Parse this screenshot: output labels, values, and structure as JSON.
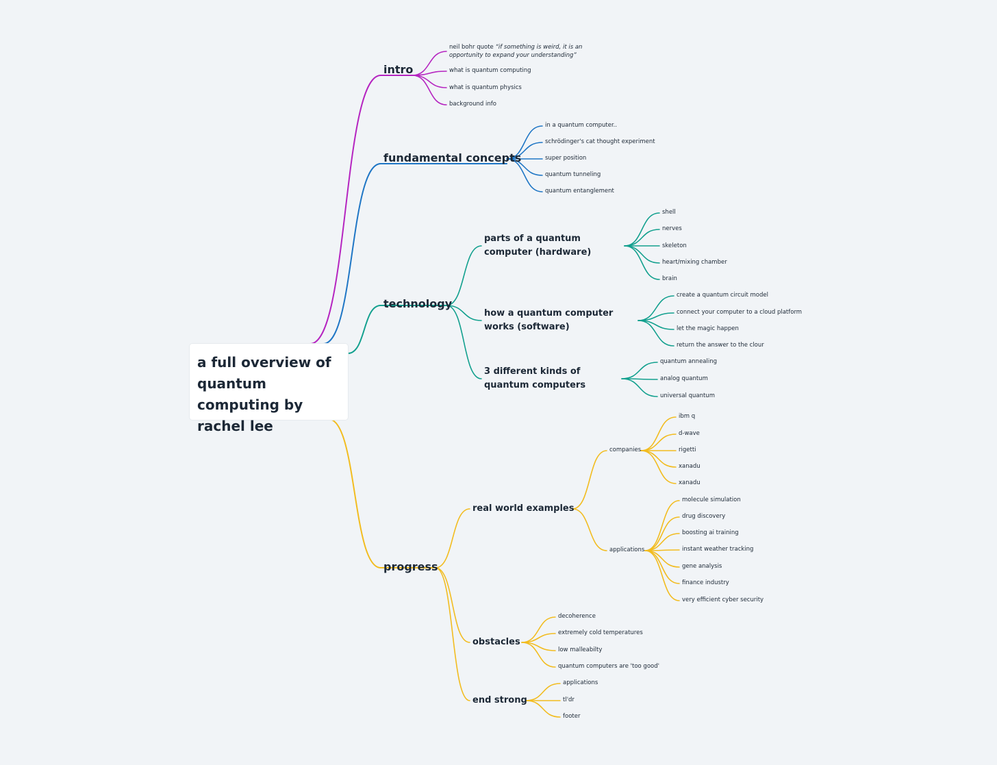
{
  "title": "a full overview of quantum computing by rachel lee",
  "colors": {
    "intro": "#b524c0",
    "fundamental": "#1f76c5",
    "technology": "#12a08e",
    "progress": "#f2bc1f"
  },
  "branches": {
    "intro": {
      "label": "intro",
      "items": [
        {
          "plain": "neil bohr quote ",
          "quote": "“if something is weird, it is an opportunity to expand your understanding”"
        },
        "what is quantum computing",
        "what is quantum physics",
        "background info"
      ]
    },
    "fundamental": {
      "label": "fundamental concepts",
      "items": [
        "in a quantum computer..",
        "schrödinger's cat thought experiment",
        "super position",
        "quantum tunneling",
        "quantum entanglement"
      ]
    },
    "technology": {
      "label": "technology",
      "children": [
        {
          "label": "parts of a quantum computer (hardware)",
          "items": [
            "shell",
            "nerves",
            "skeleton",
            "heart/mixing chamber",
            "brain"
          ]
        },
        {
          "label": "how a quantum computer works (software)",
          "items": [
            "create a quantum circuit model",
            "connect your computer to a cloud platform",
            "let the magic happen",
            "return the answer to the clour"
          ]
        },
        {
          "label": "3 different kinds of quantum computers",
          "items": [
            "quantum annealing",
            "analog quantum",
            "universal quantum"
          ]
        }
      ]
    },
    "progress": {
      "label": "progress",
      "children": [
        {
          "label": "real world examples",
          "groups": [
            {
              "label": "companies",
              "items": [
                "ibm q",
                "d-wave",
                "rigetti",
                "xanadu",
                "xanadu"
              ]
            },
            {
              "label": "applications",
              "items": [
                "molecule simulation",
                "drug discovery",
                "boosting ai training",
                "instant weather tracking",
                "gene analysis",
                "finance industry",
                "very efficient cyber security"
              ]
            }
          ]
        },
        {
          "label": "obstacles",
          "items": [
            "decoherence",
            "extremely cold temperatures",
            "low malleabilty",
            "quantum computers are 'too good'"
          ]
        },
        {
          "label": "end strong",
          "items": [
            "applications",
            "tl'dr",
            "footer"
          ]
        }
      ]
    }
  }
}
